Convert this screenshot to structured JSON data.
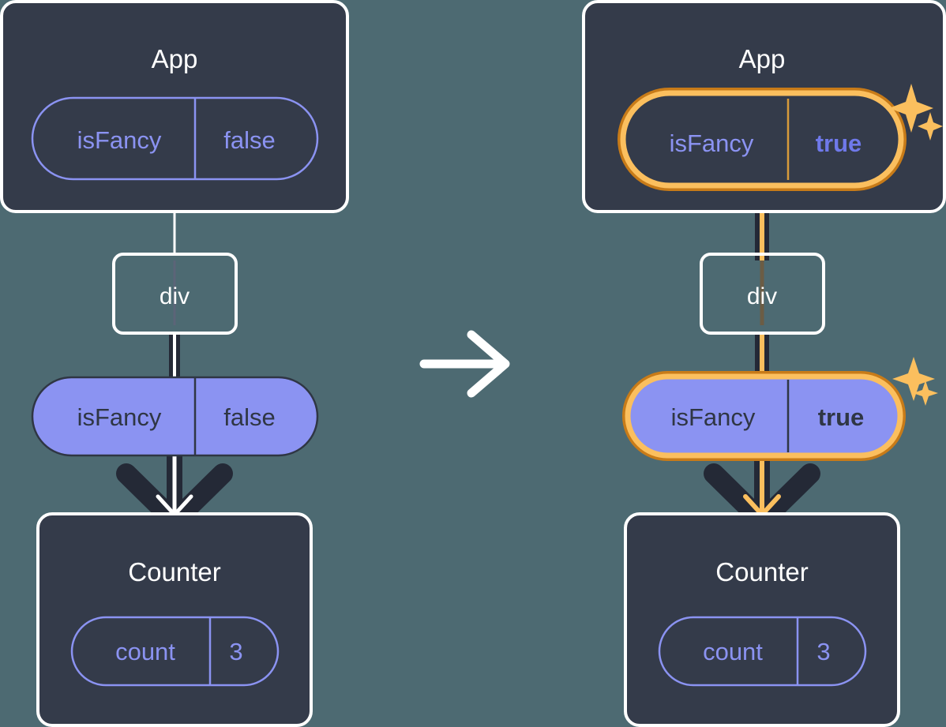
{
  "meta": {
    "background_color": "#4d6a72",
    "card_color": "#343b4a",
    "card_border_color": "#ffffff",
    "pill_purple_fill": "#8b93f2",
    "pill_purple_stroke": "#8b93f2",
    "pill_dark_text": "#2f3644",
    "highlight_outer_color": "#c87b18",
    "highlight_inner_color": "#fbbf5e",
    "edge_dark_color": "#242936",
    "edge_light_color": "#ffffff"
  },
  "transition_arrow": {
    "icon": "arrow-right-icon",
    "color": "#ffffff"
  },
  "panels": [
    {
      "id": "before",
      "app_card": {
        "title": "App",
        "state_pill": {
          "key": "isFancy",
          "value": "false",
          "style": "outline",
          "highlighted": false,
          "bold_value": false
        }
      },
      "dom_node": {
        "label": "div"
      },
      "prop_pill": {
        "key": "isFancy",
        "value": "false",
        "style": "filled",
        "highlighted": false,
        "bold_value": false
      },
      "counter_card": {
        "title": "Counter",
        "state_pill": {
          "key": "count",
          "value": "3",
          "style": "outline",
          "highlighted": false,
          "bold_value": false
        }
      },
      "sparkles": false,
      "flow_color": "#ffffff"
    },
    {
      "id": "after",
      "app_card": {
        "title": "App",
        "state_pill": {
          "key": "isFancy",
          "value": "true",
          "style": "outline",
          "highlighted": true,
          "bold_value": true
        }
      },
      "dom_node": {
        "label": "div"
      },
      "prop_pill": {
        "key": "isFancy",
        "value": "true",
        "style": "filled",
        "highlighted": true,
        "bold_value": true
      },
      "counter_card": {
        "title": "Counter",
        "state_pill": {
          "key": "count",
          "value": "3",
          "style": "outline",
          "highlighted": false,
          "bold_value": false
        }
      },
      "sparkles": true,
      "flow_color": "#fbbf5e"
    }
  ]
}
